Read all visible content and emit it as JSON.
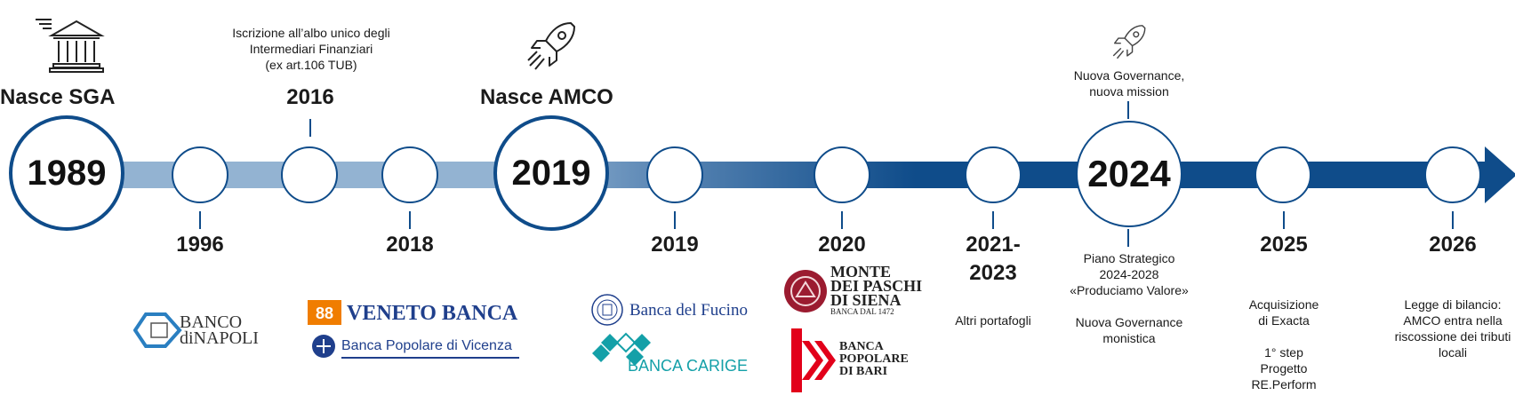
{
  "headings": {
    "sga": "Nasce SGA",
    "amco": "Nasce AMCO"
  },
  "milestones": {
    "y1989": "1989",
    "y1996": "1996",
    "y2016": "2016",
    "y2018": "2018",
    "y2019_main": "2019",
    "y2019": "2019",
    "y2020": "2020",
    "y2021_a": "2021-",
    "y2021_b": "2023",
    "y2024": "2024",
    "y2025": "2025",
    "y2026": "2026"
  },
  "notes": {
    "n2016": [
      "Iscrizione all’albo unico degli",
      "Intermediari Finanziari",
      "(ex art.106 TUB)"
    ],
    "n2024_top": [
      "Nuova Governance,",
      "nuova mission"
    ],
    "n2024_bottom": [
      "Piano Strategico",
      "2024-2028",
      "«Produciamo Valore»",
      "",
      "Nuova Governance",
      "monistica"
    ],
    "n2021": "Altri portafogli",
    "n2025": [
      "Acquisizione",
      "di Exacta",
      "",
      "1° step",
      "Progetto",
      "RE.Perform"
    ],
    "n2026": [
      "Legge di bilancio:",
      "AMCO entra nella",
      "riscossione dei tributi",
      "locali"
    ]
  },
  "logos": {
    "banco_napoli_1": "BANCO",
    "banco_napoli_2": "diNAPOLI",
    "veneto_banca": "VENETO BANCA",
    "popolare_vicenza": "Banca Popolare di Vicenza",
    "banca_fucino": "Banca del Fucino",
    "banca_carige": "BANCA CARIGE",
    "mps_1": "MONTE",
    "mps_2": "DEI PASCHI",
    "mps_3": "DI SIENA",
    "mps_4": "BANCA DAL 1472",
    "bari_1": "BANCA",
    "bari_2": "POPOLARE",
    "bari_3": "DI BARI"
  },
  "colors": {
    "dark_blue": "#0f4c8a",
    "light_blue": "#93b3d2",
    "veneto_orange": "#f07d00",
    "bari_red": "#e2001a",
    "mps_red": "#9b1b30",
    "carige_teal": "#14a0a8"
  }
}
